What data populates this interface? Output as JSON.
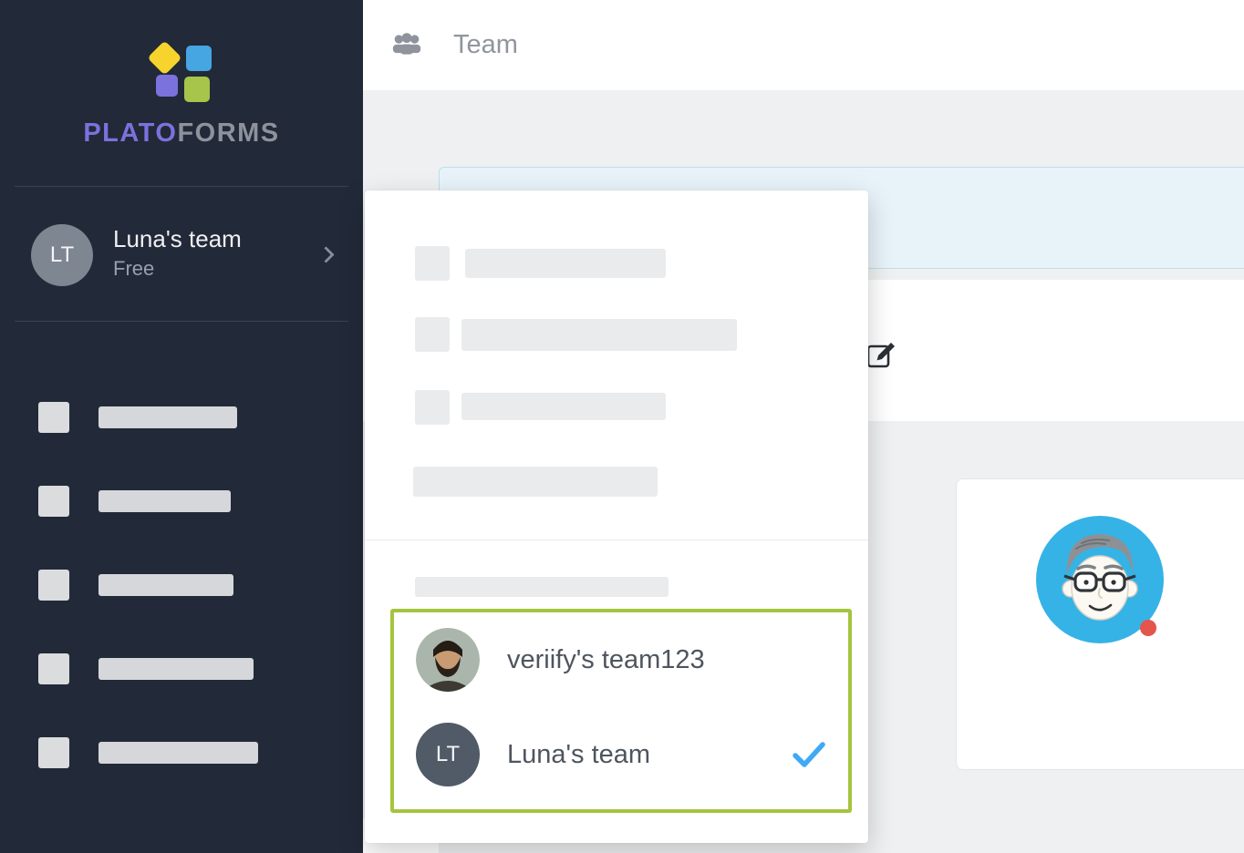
{
  "brand": {
    "primary": "PLATO",
    "secondary": "FORMS"
  },
  "sidebar": {
    "team_switcher": {
      "initials": "LT",
      "name": "Luna's team",
      "plan": "Free"
    }
  },
  "header": {
    "title": "Team"
  },
  "team_dropdown": {
    "teams": [
      {
        "name": "veriify's team123",
        "avatar": "bearded-man-photo",
        "selected": false
      },
      {
        "name": "Luna's team",
        "avatar": "initials",
        "initials": "LT",
        "selected": true
      }
    ]
  },
  "icons": {
    "header": "users-icon",
    "sidebar_arrow": "chevron-right-icon",
    "panel_action": "edit-pencil-icon",
    "selected_team": "checkmark-icon"
  },
  "colors": {
    "sidebar_bg": "#222938",
    "brand_purple": "#7b72dd",
    "brand_gray": "#8d929c",
    "accent_green": "#a5c43e",
    "check_blue": "#3fa9f5",
    "banner_bg": "#e7f3f9",
    "banner_border": "#bedfeb",
    "avatar_blue": "#36b3e6",
    "status_red": "#e4554c"
  }
}
